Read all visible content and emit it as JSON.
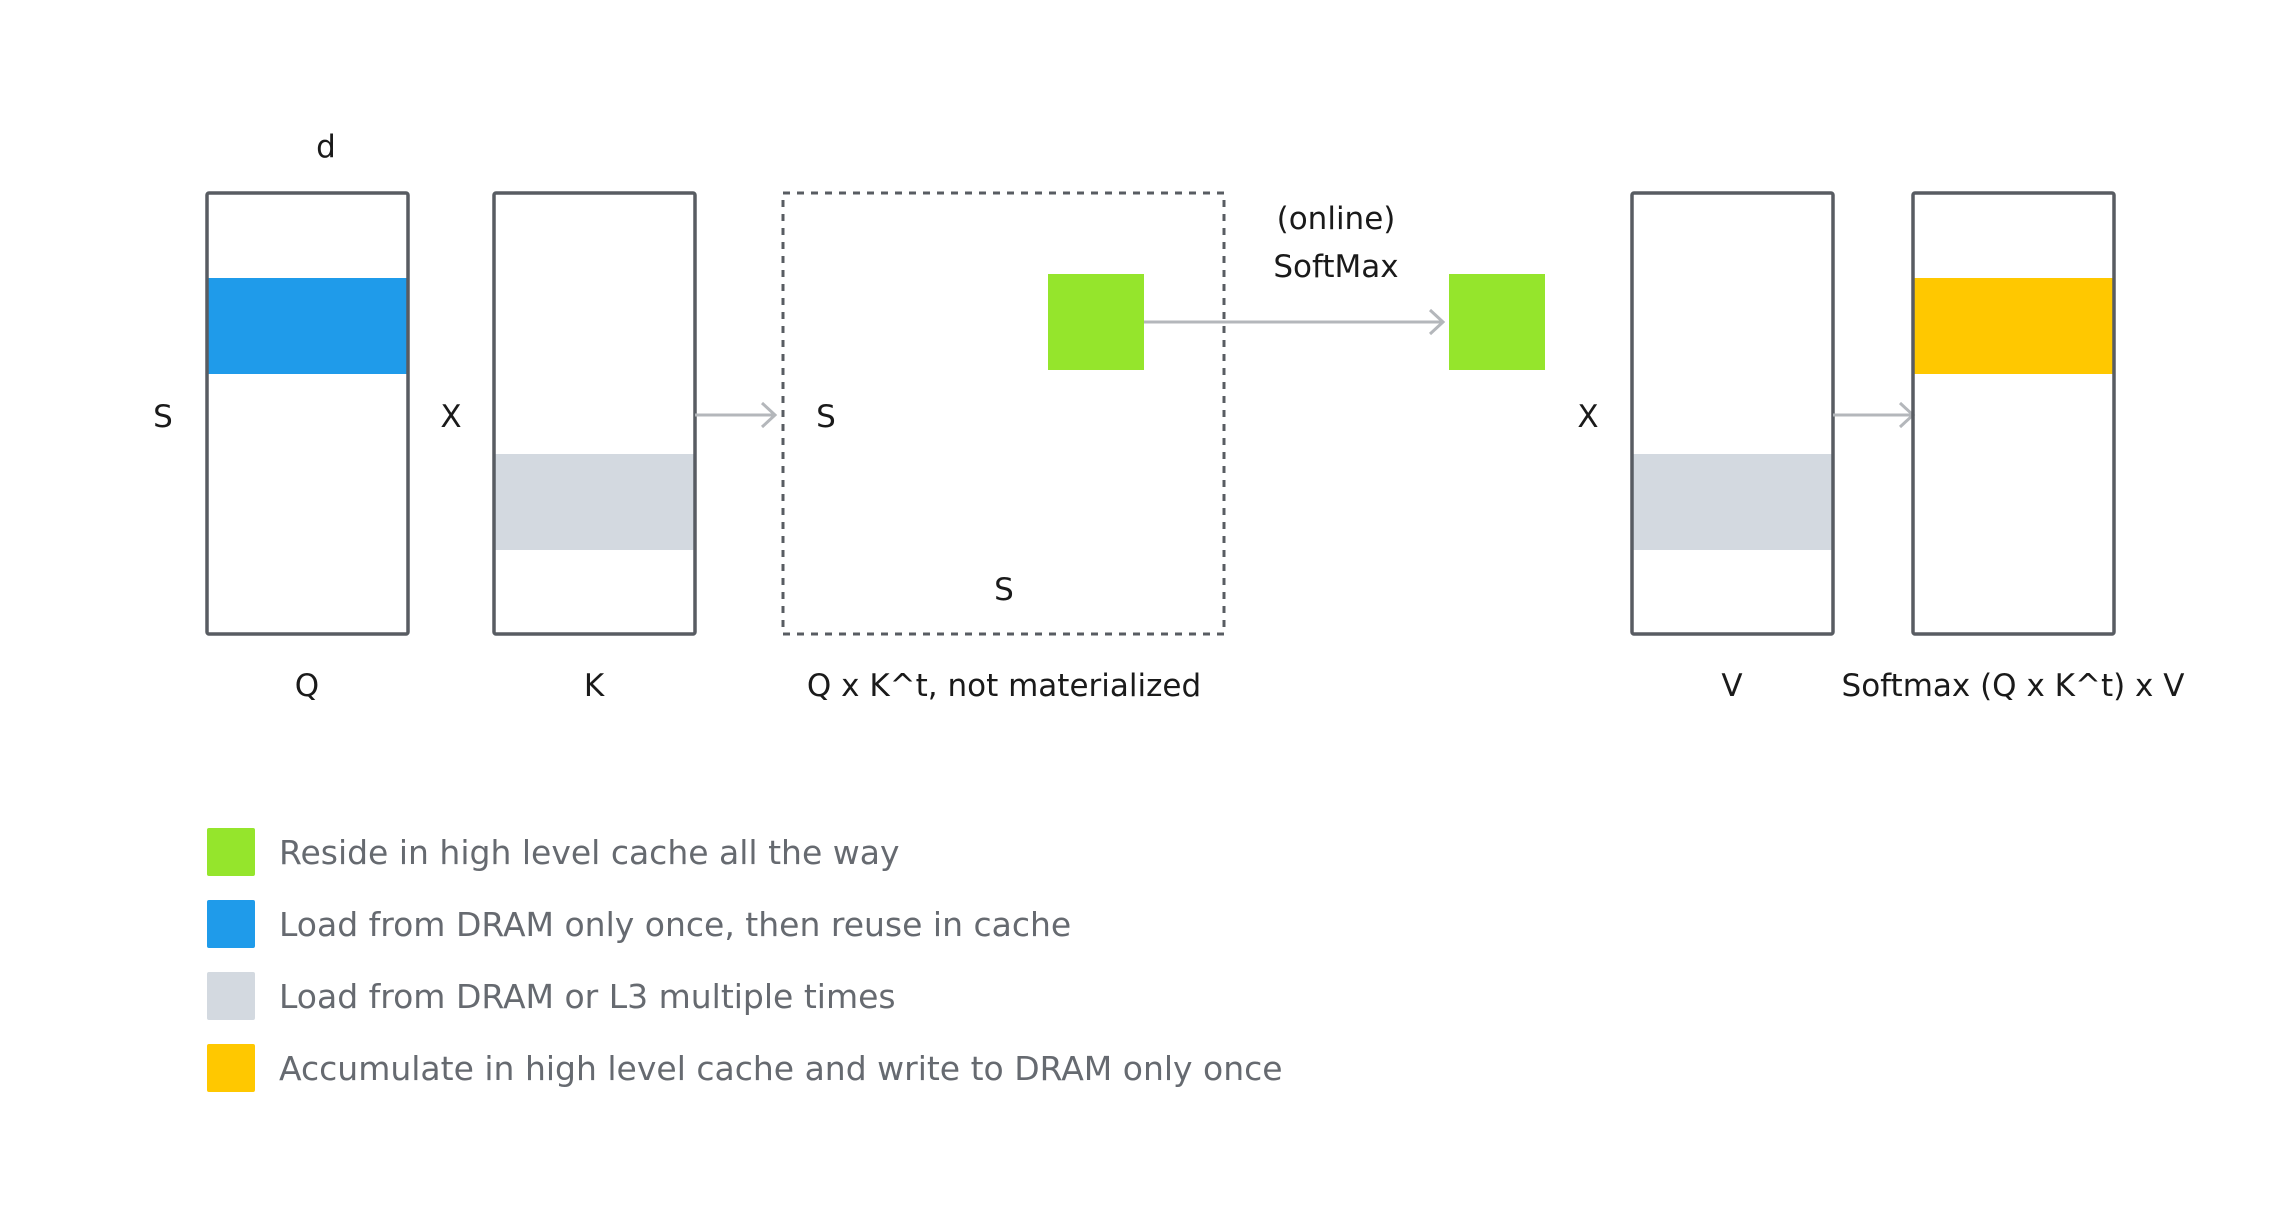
{
  "labels": {
    "d": "d",
    "q_rows": "S",
    "mult_1": "X",
    "qk_rows": "S",
    "qk_cols": "S",
    "softmax_top": "(online)",
    "softmax_bottom": "SoftMax",
    "mult_2": "X"
  },
  "matrices": {
    "q": "Q",
    "k": "K",
    "qk": "Q x K^t, not materialized",
    "v": "V",
    "out": "Softmax (Q x K^t) x V"
  },
  "colors": {
    "green": "#95e52c",
    "blue": "#1f9bea",
    "gray": "#d3d9e0",
    "yellow": "#ffc800",
    "outline": "#585c62",
    "arrow": "#b4b7bb"
  },
  "legend": [
    {
      "color": "green",
      "text": "Reside in high level cache all the way"
    },
    {
      "color": "blue",
      "text": "Load from DRAM only once, then reuse in cache"
    },
    {
      "color": "gray",
      "text": "Load from DRAM or L3 multiple times"
    },
    {
      "color": "yellow",
      "text": "Accumulate in high level cache and write to DRAM only once"
    }
  ]
}
